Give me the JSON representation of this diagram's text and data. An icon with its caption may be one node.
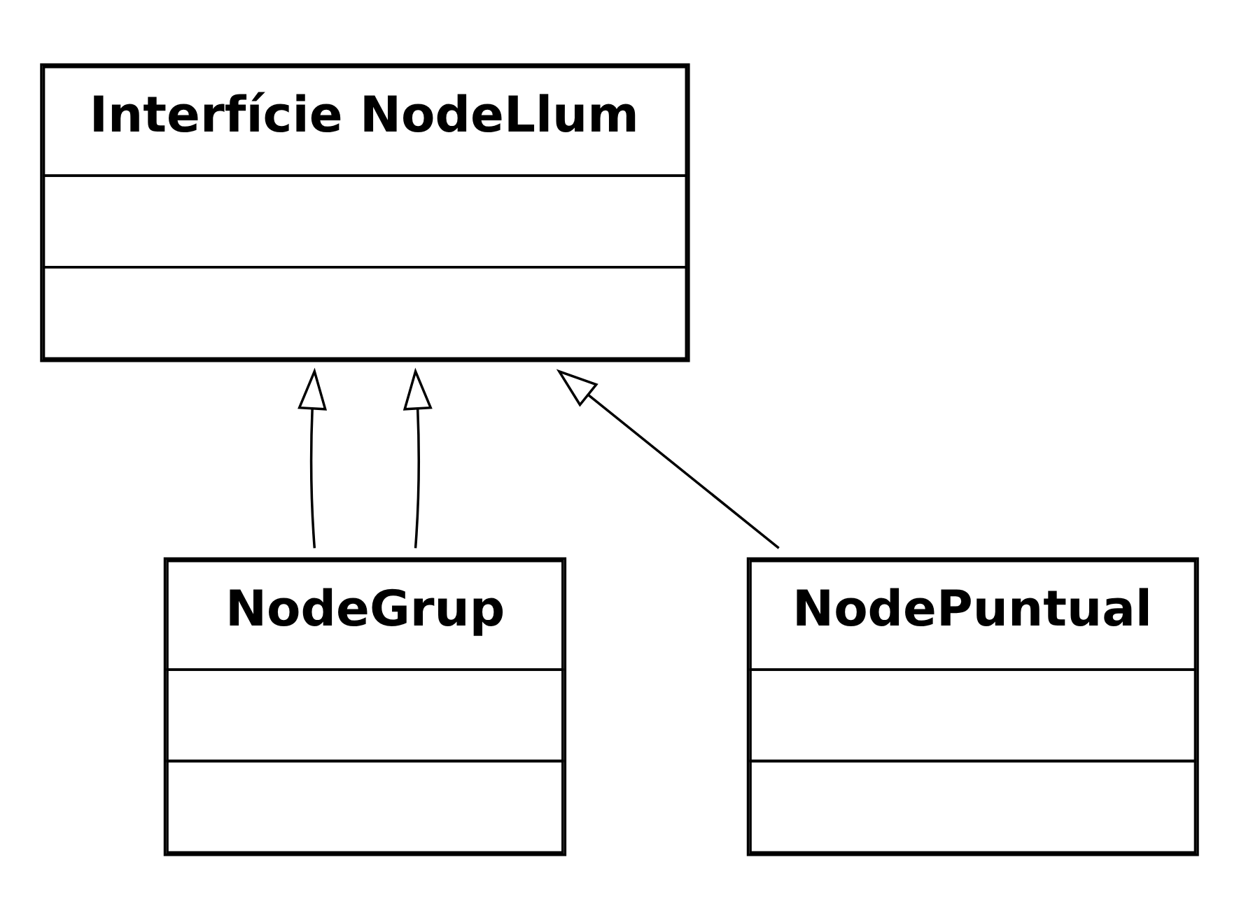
{
  "diagram": {
    "nodes": [
      {
        "text": [
          "Interfície NodeLlum"
        ]
      },
      {
        "text": [
          "NodeGrup"
        ]
      },
      {
        "text": [
          "NodePuntual"
        ]
      }
    ],
    "edges": [
      {
        "from": 1,
        "to": 0,
        "arrow": "to"
      },
      {
        "from": 2,
        "to": 0,
        "arrow": "to"
      },
      {
        "from": 1,
        "to": 0,
        "arrow": "to"
      }
    ]
  }
}
